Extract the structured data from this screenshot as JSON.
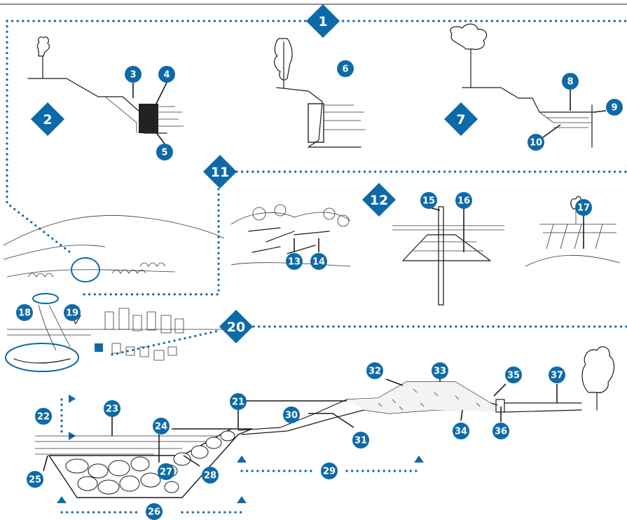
{
  "markers": {
    "m1": "1",
    "m2": "2",
    "m3": "3",
    "m4": "4",
    "m5": "5",
    "m6": "6",
    "m7": "7",
    "m8": "8",
    "m9": "9",
    "m10": "10",
    "m11": "11",
    "m12": "12",
    "m13": "13",
    "m14": "14",
    "m15": "15",
    "m16": "16",
    "m17": "17",
    "m18": "18",
    "m19": "19",
    "m20": "20",
    "m21": "21",
    "m22": "22",
    "m23": "23",
    "m24": "24",
    "m25": "25",
    "m26": "26",
    "m27": "27",
    "m28": "28",
    "m29": "29",
    "m30": "30",
    "m31": "31",
    "m32": "32",
    "m33": "33",
    "m34": "34",
    "m35": "35",
    "m36": "36",
    "m37": "37"
  },
  "colors": {
    "accent": "#0d6aa8",
    "ink": "#1a1a1a",
    "background": "#ffffff"
  }
}
